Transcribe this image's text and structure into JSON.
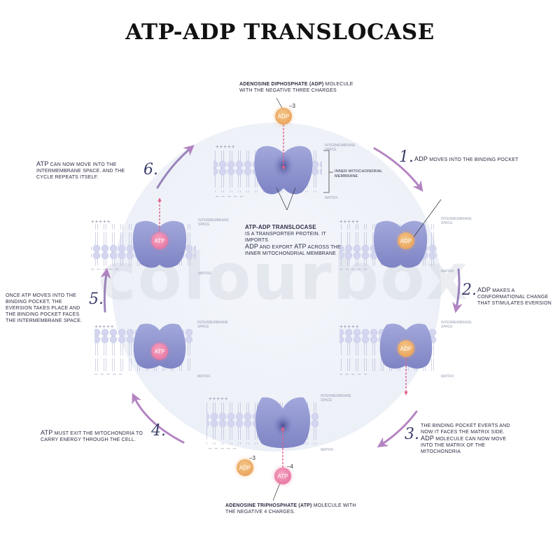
{
  "title": "ATP-ADP TRANSLOCASE",
  "watermark": "colourbox",
  "colors": {
    "protein": "#8d93d0",
    "adp": "#eaa55e",
    "atp": "#e77aa5",
    "arrow": "#a86fb8",
    "dashed_arrow": "#e0608a"
  },
  "top_molecule_caption": {
    "bold": "Adenosine diphosphate (ADP)",
    "rest": " molecule with the negative three charges"
  },
  "bottom_molecule_caption": {
    "bold": "Adenosine triphosphate (ATP)",
    "rest": " molecule with the negative 4 charges."
  },
  "center_caption": {
    "heading": "ATP-ADP TRANSLOCASE",
    "line1": "is a transporter protein. It imports",
    "line2_adp": "ADP",
    "line2_mid": " and export ",
    "line2_atp": "ATP",
    "line2_end": " across the",
    "line3": "inner mitochondrial membrane"
  },
  "membrane_labels": {
    "intermembrane": "Intermembrane space",
    "matrix": "Matrix",
    "inner_membrane": "Inner mitochondrial membrane",
    "plus": "+++++",
    "minus": "– – – – –"
  },
  "molecules": {
    "adp_label": "ADP",
    "atp_label": "ATP",
    "adp_charge": "–3",
    "atp_charge": "–4"
  },
  "steps": [
    {
      "num": "1.",
      "lead": "ADP",
      "text": " moves into the binding pocket"
    },
    {
      "num": "2.",
      "lead": "ADP",
      "text": " makes a conformational change that stimulates eversion"
    },
    {
      "num": "3.",
      "lead": "",
      "text": "The binding pocket everts and now it faces the matrix side.",
      "lead2": "ADP",
      "text2": " molecule can now move into the Matrix of the mitochondria"
    },
    {
      "num": "4.",
      "lead": "ATP",
      "text": " must exit the mitochondria to carry energy through the cell."
    },
    {
      "num": "5.",
      "lead": "Once ATP",
      "text": " moves into the binding pocket, the eversion takes place and the binding pocket faces the intermembrane space."
    },
    {
      "num": "6.",
      "lead": "ATP",
      "text": " can now move into the intermembrane space. And the cycle repeats itself."
    }
  ]
}
